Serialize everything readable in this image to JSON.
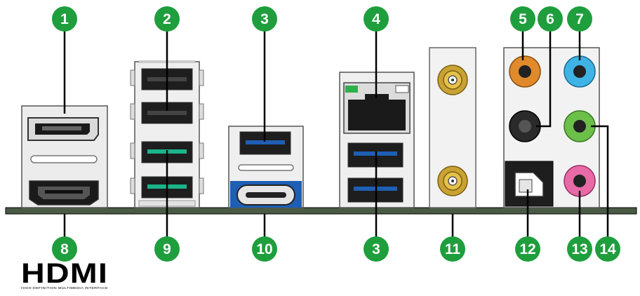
{
  "colors": {
    "badge": "#1e9e3c",
    "badge_text": "#ffffff",
    "usb3_blue": "#1e5fb4",
    "usb_teal": "#1bb38a",
    "backplate": "#4a5a45",
    "metal": "#d9d9d9",
    "audio_orange": "#e08a2c",
    "audio_blue": "#3fb3e6",
    "audio_black": "#2a2a2a",
    "audio_green": "#6cc04a",
    "audio_pink": "#e86aa6",
    "antenna_gold": "#caa233",
    "lan_green": "#2fb04a"
  },
  "callouts": {
    "c1": "1",
    "c2": "2",
    "c3_top": "3",
    "c4": "4",
    "c5": "5",
    "c6": "6",
    "c7": "7",
    "c8": "8",
    "c9": "9",
    "c10": "10",
    "c3_bottom": "3",
    "c11": "11",
    "c12": "12",
    "c13": "13",
    "c14": "14"
  },
  "hdmi_logo": {
    "wordmark": "HDMI",
    "tagline": "HIGH-DEFINITION MULTIMEDIA INTERFACE"
  }
}
